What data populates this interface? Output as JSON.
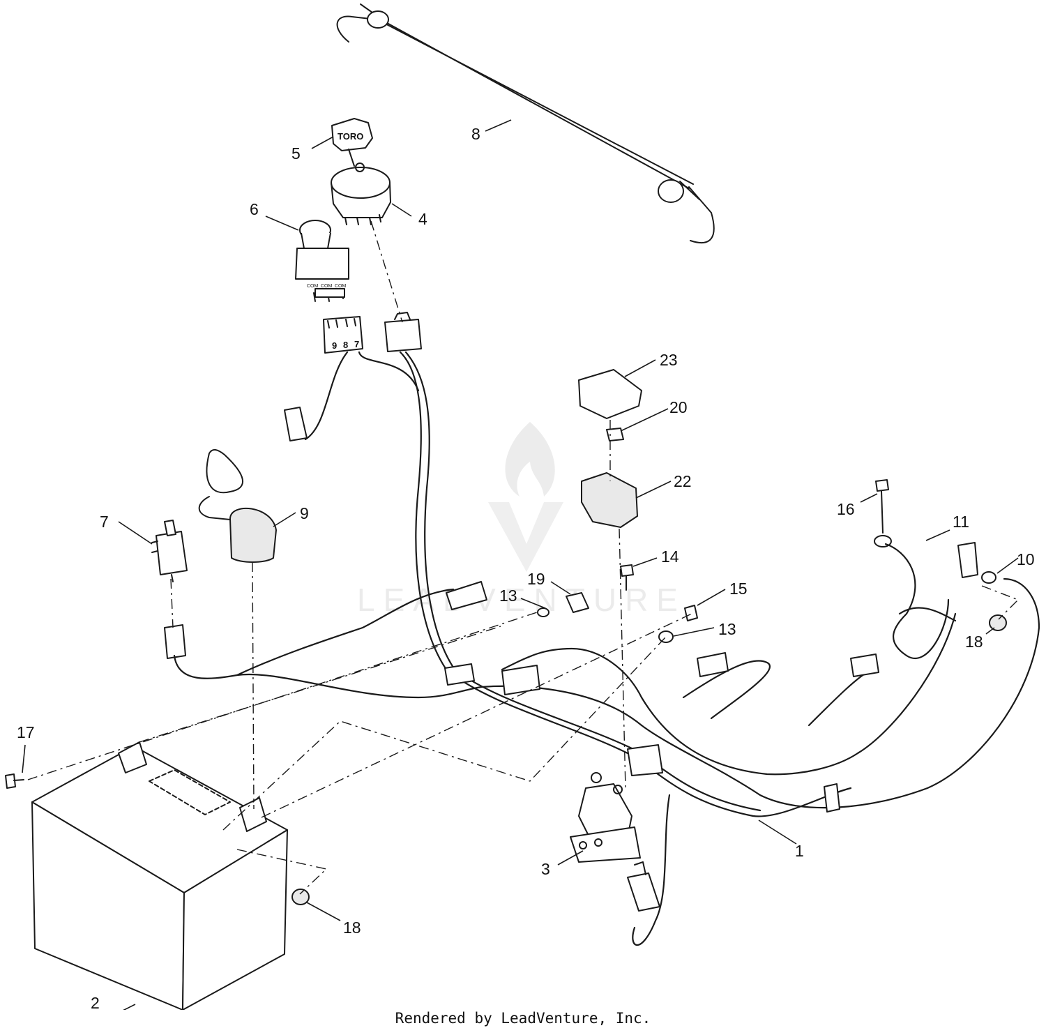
{
  "diagram": {
    "callouts": [
      {
        "id": "c1",
        "text": "1"
      },
      {
        "id": "c2",
        "text": "2"
      },
      {
        "id": "c3",
        "text": "3"
      },
      {
        "id": "c4",
        "text": "4"
      },
      {
        "id": "c5",
        "text": "5"
      },
      {
        "id": "c6",
        "text": "6"
      },
      {
        "id": "c7",
        "text": "7"
      },
      {
        "id": "c8",
        "text": "8"
      },
      {
        "id": "c9",
        "text": "9"
      },
      {
        "id": "c10",
        "text": "10"
      },
      {
        "id": "c11",
        "text": "11"
      },
      {
        "id": "c13a",
        "text": "13"
      },
      {
        "id": "c13b",
        "text": "13"
      },
      {
        "id": "c14",
        "text": "14"
      },
      {
        "id": "c15",
        "text": "15"
      },
      {
        "id": "c16",
        "text": "16"
      },
      {
        "id": "c17",
        "text": "17"
      },
      {
        "id": "c18a",
        "text": "18"
      },
      {
        "id": "c18b",
        "text": "18"
      },
      {
        "id": "c19",
        "text": "19"
      },
      {
        "id": "c20",
        "text": "20"
      },
      {
        "id": "c22",
        "text": "22"
      },
      {
        "id": "c23",
        "text": "23"
      }
    ],
    "key_brand_text": "TORO",
    "switch_terminal_labels": [
      "COM",
      "COM",
      "COM"
    ],
    "connector_pin_labels": [
      "9",
      "8",
      "7"
    ],
    "watermark": {
      "text": "LEADVENTURE",
      "icon": "flame-v-logo-icon"
    }
  },
  "footer": {
    "text": "Rendered by LeadVenture, Inc."
  }
}
